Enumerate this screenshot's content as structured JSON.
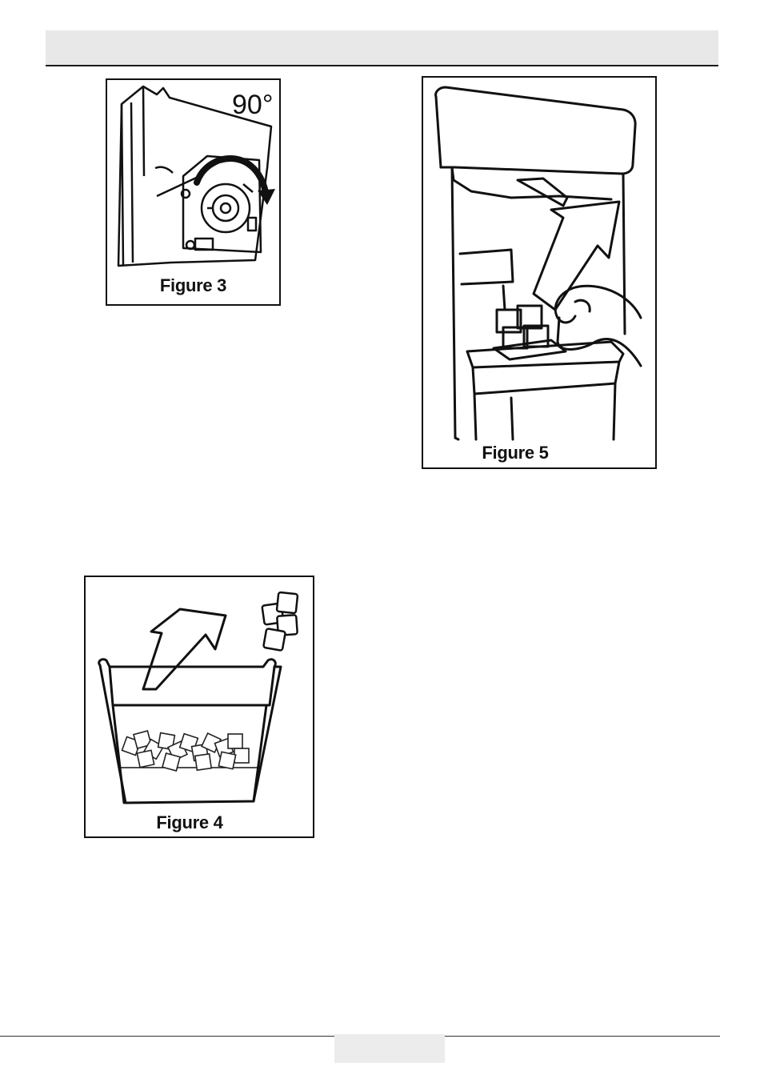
{
  "figures": {
    "figure3": {
      "caption": "Figure 3",
      "angle": "90°"
    },
    "figure4": {
      "caption": "Figure 4"
    },
    "figure5": {
      "caption": "Figure 5"
    }
  },
  "colors": {
    "ink": "#111111",
    "header_band": "#e8e8e8",
    "page_tab": "#ececec"
  }
}
